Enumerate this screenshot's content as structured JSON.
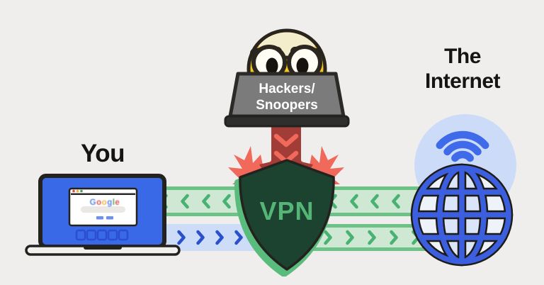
{
  "illustration": {
    "background_color": "#efeeec",
    "you": {
      "label": "You"
    },
    "internet": {
      "label_line1": "The",
      "label_line2": "Internet"
    },
    "hackers": {
      "label_line1": "Hackers/",
      "label_line2": "Snoopers"
    },
    "vpn": {
      "label": "VPN"
    },
    "browser": {
      "logo_word": "Google",
      "logo_letters": [
        {
          "ch": "G",
          "color": "#4a7de8"
        },
        {
          "ch": "o",
          "color": "#e0443a"
        },
        {
          "ch": "o",
          "color": "#efb02c"
        },
        {
          "ch": "g",
          "color": "#4a7de8"
        },
        {
          "ch": "l",
          "color": "#3fa34d"
        },
        {
          "ch": "e",
          "color": "#e0443a"
        }
      ]
    },
    "decor": {
      "top_chevrons": 14,
      "bottom_left_chevrons": 7,
      "bottom_right_chevrons": 7
    },
    "colors": {
      "shield_fill": "#1c4230",
      "shield_rim": "#5abc7c",
      "vpn_text": "#54b577",
      "tunnel_green_fill": "#cfe8d3",
      "tunnel_green_border": "#6cc287",
      "tunnel_green_chevron": "#47b271",
      "tunnel_blue_fill": "#cddcf7",
      "tunnel_blue_chevron": "#2b50cc",
      "attack_dark_red": "#a23c36",
      "attack_salmon": "#f0695b",
      "emoji_yellow": "#f5c520",
      "hacker_laptop_gray": "#7b7b7b",
      "user_screen_blue": "#3a69e7",
      "globe_blue": "#3c5fe0",
      "wifi_blue": "#3f6ae9",
      "halo_blue": "#ccdcf8",
      "background": "#efeeec"
    }
  }
}
